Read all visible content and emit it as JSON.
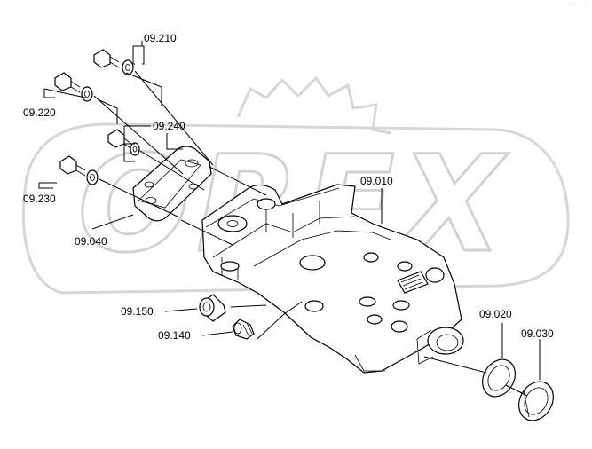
{
  "watermark": {
    "text": "OREX"
  },
  "corner_mark": "· · · ·",
  "callouts": [
    {
      "id": "09.210",
      "label": "09.210"
    },
    {
      "id": "09.220",
      "label": "09.220"
    },
    {
      "id": "09.240",
      "label": "09.240"
    },
    {
      "id": "09.230",
      "label": "09.230"
    },
    {
      "id": "09.040",
      "label": "09.040"
    },
    {
      "id": "09.010",
      "label": "09.010"
    },
    {
      "id": "09.150",
      "label": "09.150"
    },
    {
      "id": "09.140",
      "label": "09.140"
    },
    {
      "id": "09.020",
      "label": "09.020"
    },
    {
      "id": "09.030",
      "label": "09.030"
    }
  ],
  "colors": {
    "line": "#000000",
    "watermark": "#d6d6d6",
    "background": "#ffffff"
  }
}
